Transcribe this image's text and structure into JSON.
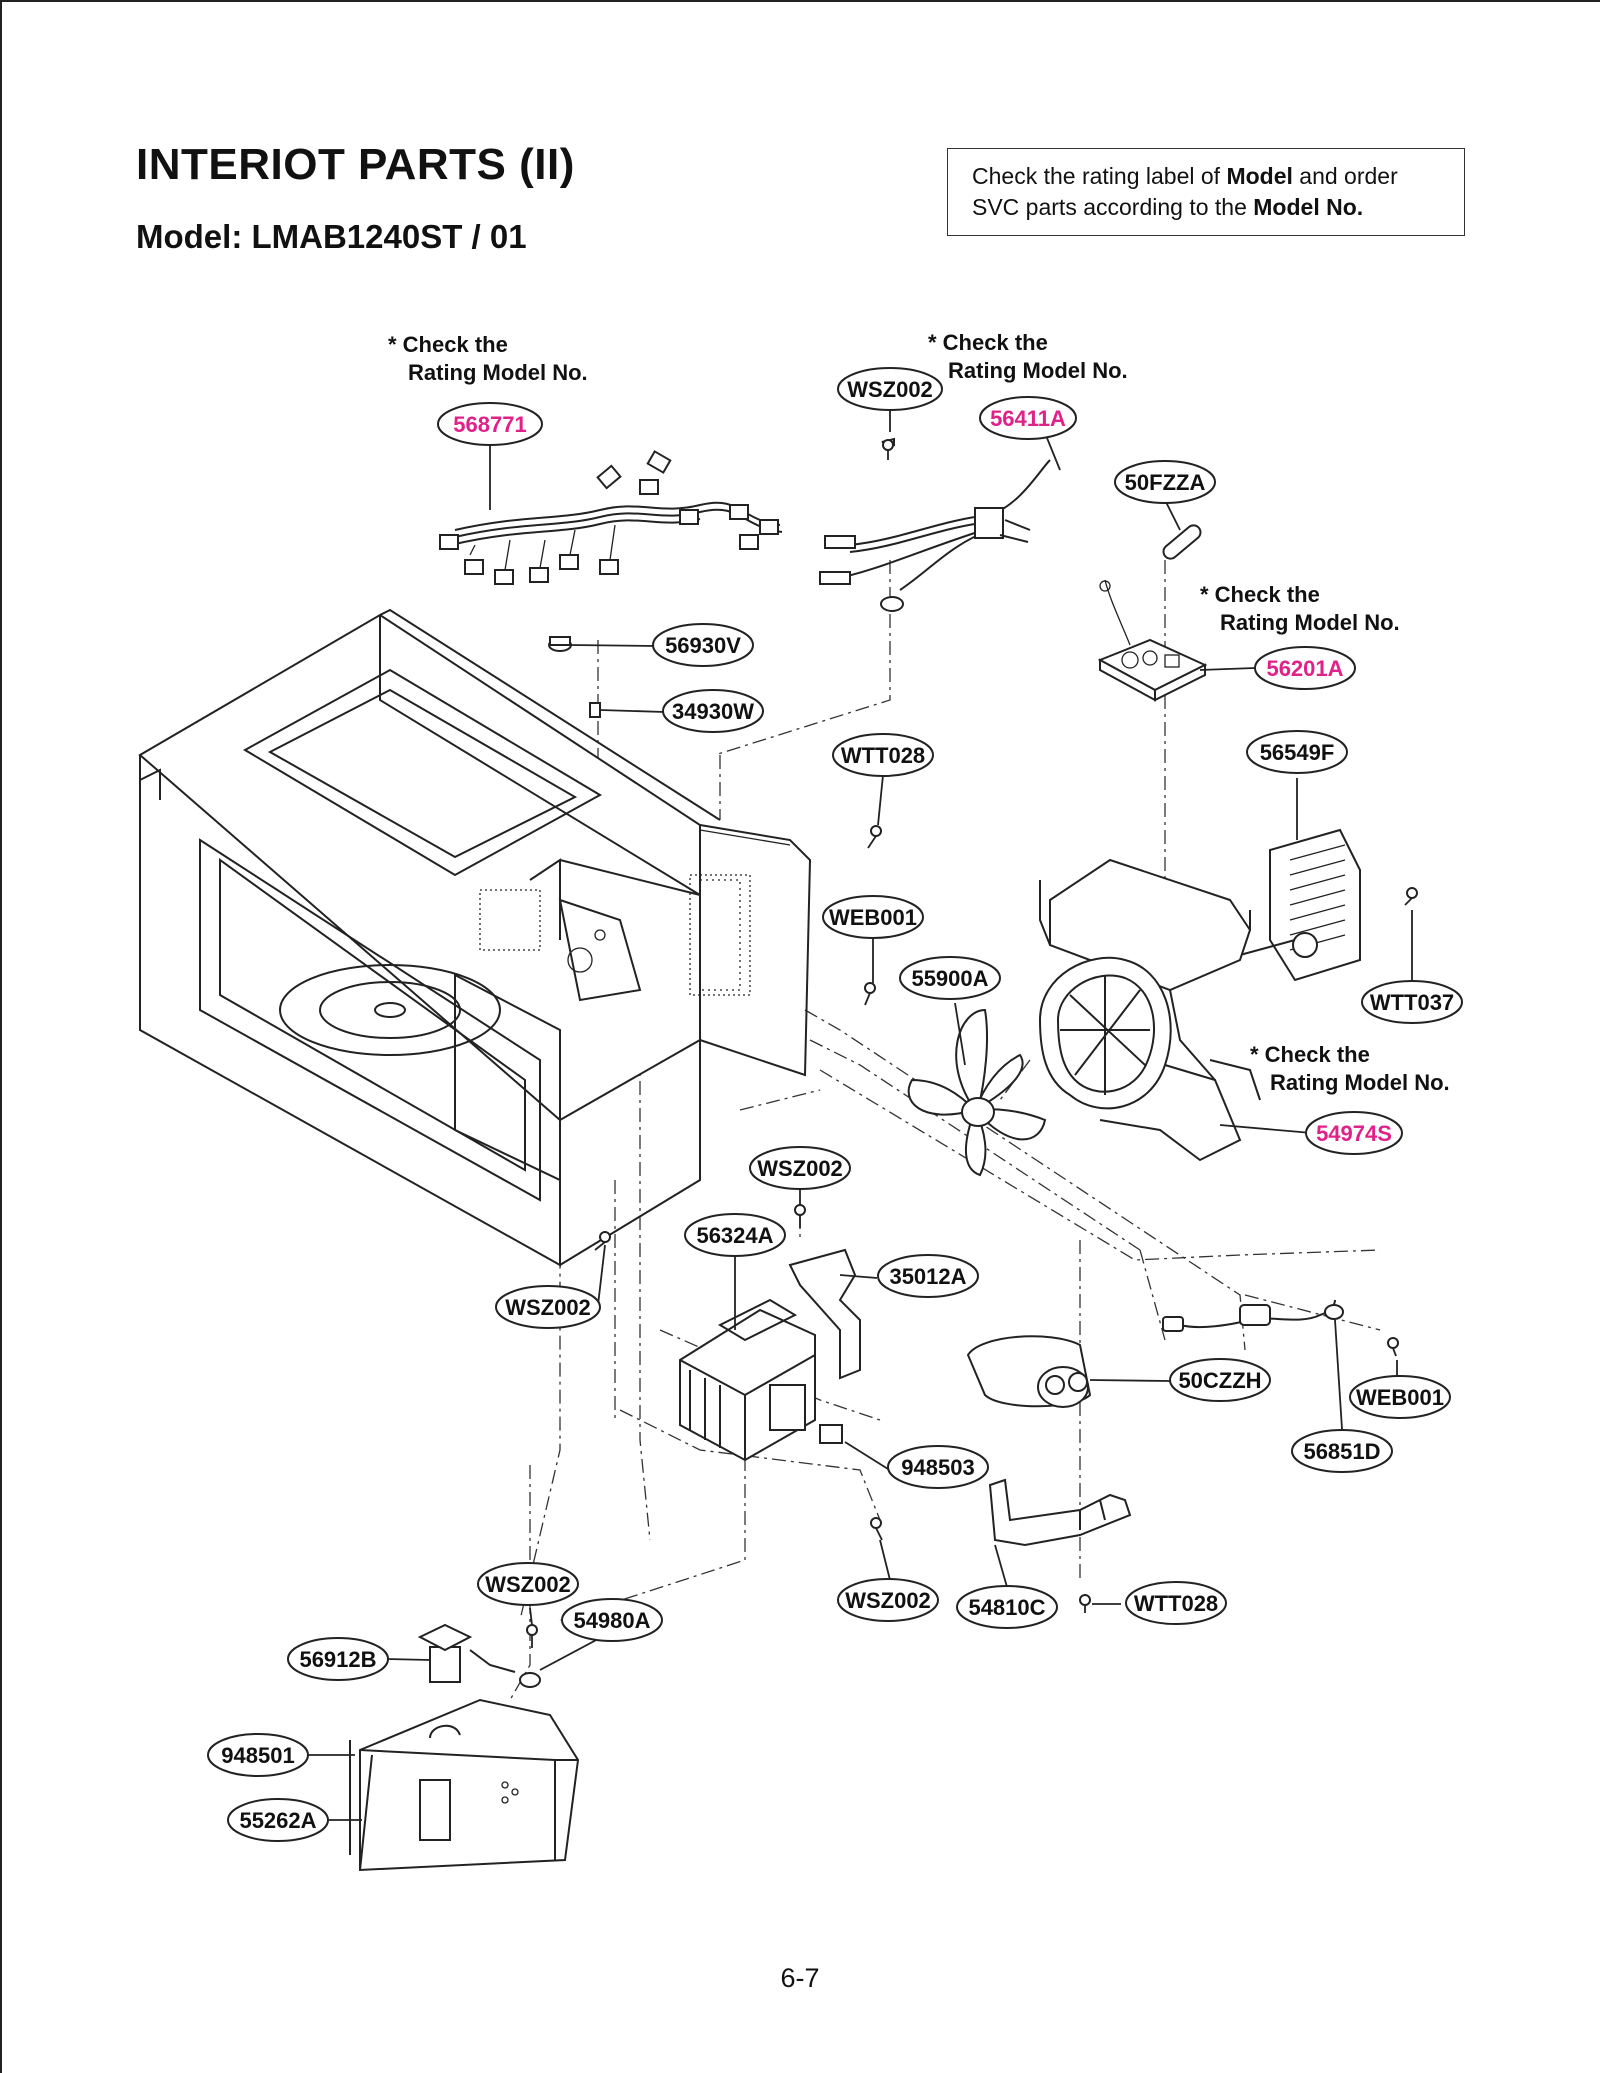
{
  "header": {
    "title": "INTERIOT PARTS (II)",
    "model": "Model: LMAB1240ST / 01"
  },
  "notice": {
    "line1_pre": "Check the rating label of ",
    "line1_bold": "Model",
    "line1_post": " and order",
    "line2_pre": "SVC parts according to the ",
    "line2_bold": "Model No."
  },
  "notes": {
    "check_line1": "* Check the",
    "check_line2": "Rating Model No."
  },
  "parts": [
    {
      "id": "568771",
      "pink": true
    },
    {
      "id": "WSZ002",
      "pink": false
    },
    {
      "id": "56411A",
      "pink": true
    },
    {
      "id": "50FZZA",
      "pink": false
    },
    {
      "id": "56201A",
      "pink": true
    },
    {
      "id": "56930V",
      "pink": false
    },
    {
      "id": "34930W",
      "pink": false
    },
    {
      "id": "WTT028",
      "pink": false
    },
    {
      "id": "56549F",
      "pink": false
    },
    {
      "id": "WEB001",
      "pink": false
    },
    {
      "id": "55900A",
      "pink": false
    },
    {
      "id": "WTT037",
      "pink": false
    },
    {
      "id": "54974S",
      "pink": true
    },
    {
      "id": "WSZ002",
      "pink": false
    },
    {
      "id": "56324A",
      "pink": false
    },
    {
      "id": "35012A",
      "pink": false
    },
    {
      "id": "WSZ002",
      "pink": false
    },
    {
      "id": "50CZZH",
      "pink": false
    },
    {
      "id": "WEB001",
      "pink": false
    },
    {
      "id": "56851D",
      "pink": false
    },
    {
      "id": "948503",
      "pink": false
    },
    {
      "id": "WSZ002",
      "pink": false
    },
    {
      "id": "54810C",
      "pink": false
    },
    {
      "id": "WTT028",
      "pink": false
    },
    {
      "id": "WSZ002",
      "pink": false
    },
    {
      "id": "54980A",
      "pink": false
    },
    {
      "id": "56912B",
      "pink": false
    },
    {
      "id": "948501",
      "pink": false
    },
    {
      "id": "55262A",
      "pink": false
    }
  ],
  "colors": {
    "highlight": "#e0218a",
    "ink": "#111111"
  },
  "page_number": "6-7"
}
